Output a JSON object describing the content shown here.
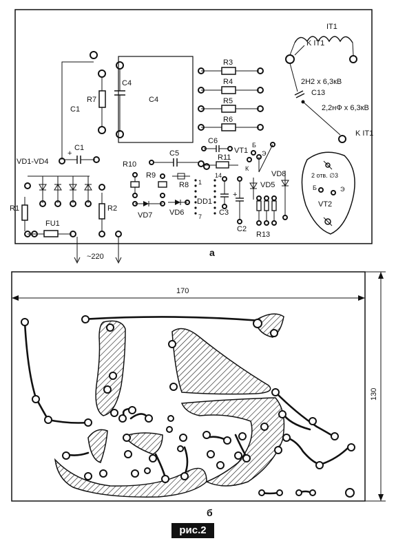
{
  "panel_a": {
    "label": "а",
    "components": {
      "IT1": "IT1",
      "K_IT1_top": "K IT1",
      "K_IT1_bottom": "K IT1",
      "C13_value": "2H2 x 6,3кВ",
      "C13": "C13",
      "C13_alt_value": "2,2нФ x 6,3кВ",
      "C1_left": "C1",
      "C1_mid": "C1",
      "R7": "R7",
      "C4_small": "C4",
      "C4_box": "C4",
      "R3": "R3",
      "R4": "R4",
      "R5": "R5",
      "R6": "R6",
      "C6": "C6",
      "VT1": "VT1",
      "B": "Б",
      "E": "Э",
      "K": "К",
      "R11": "R11",
      "C5": "C5",
      "R10": "R10",
      "R9": "R9",
      "R8": "R8",
      "VD1_VD4": "VD1-VD4",
      "R1": "R1",
      "R2": "R2",
      "FU1": "FU1",
      "VD7": "VD7",
      "VD6": "VD6",
      "DD1": "DD1",
      "pin14": "14",
      "pin1": "1",
      "pin7": "7",
      "C3": "C3",
      "C2": "C2",
      "VD5": "VD5",
      "VD8": "VD8",
      "R13": "R13",
      "holes": "2 отв. ∅3",
      "VT2": "VT2",
      "VT2_B": "Б",
      "VT2_E": "Э",
      "mains": "~220",
      "plus1": "+",
      "plus2": "+"
    }
  },
  "panel_b": {
    "label": "б",
    "width_dim": "170",
    "height_dim": "130"
  },
  "caption": "рис.2"
}
